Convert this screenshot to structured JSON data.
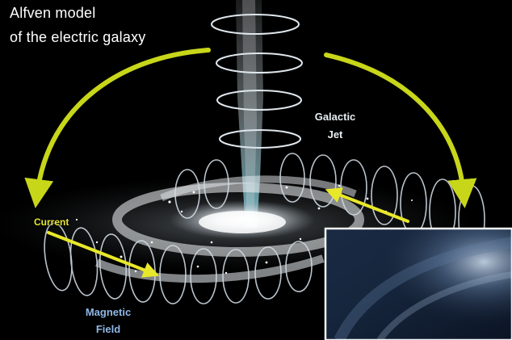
{
  "title": {
    "line1": "Alfven model",
    "line2": "of the electric galaxy"
  },
  "labels": {
    "galactic_jet": "Galactic Jet",
    "current": "Current",
    "magnetic_field": "Magnetic Field"
  },
  "colors": {
    "background": "#000000",
    "arrow_green": "#c8d61a",
    "current_yellow": "#e8e82a",
    "ring_white": "#dfe7ee",
    "jet_cyan": "#7fe0ef",
    "field_label_blue": "#8fb7e6"
  }
}
